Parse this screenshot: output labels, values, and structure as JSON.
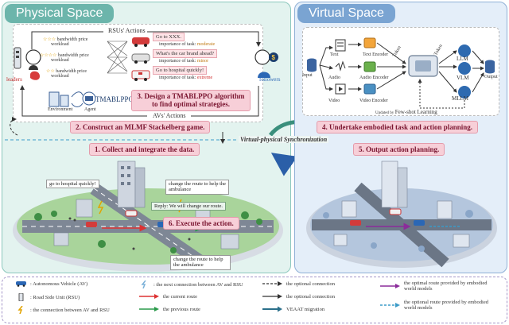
{
  "physical": {
    "title": "Physical Space",
    "rsu_actions": "RSUs' Actions",
    "av_actions": "AVs' Actions",
    "leaders": "leaders",
    "followers": "followers",
    "bandwidth_price": "bandwidth price",
    "workload": "workload",
    "rsu_rows": [
      {
        "stars": "☆☆☆"
      },
      {
        "stars": "☆☆☆☆"
      },
      {
        "stars": "☆☆"
      }
    ],
    "requests": [
      {
        "ask": "Go to XXX.",
        "importance": "importance of task:",
        "level": "moderate",
        "color": "#c07a12"
      },
      {
        "ask": "What's the car brand ahead?",
        "importance": "importance of task:",
        "level": "minor",
        "color": "#c07a12"
      },
      {
        "ask": "Go to hospital quickly!",
        "importance": "importance of task:",
        "level": "extreme",
        "color": "#d02b2b"
      }
    ],
    "env_label": "Environment",
    "agent_label": "Agent",
    "algo": "TMABLPPO",
    "scene_bubbles": {
      "go_hospital": "go to hospital quickly!",
      "change_top": "change the route to help the ambulance",
      "reply": "Reply: We will change our route.",
      "change_bottom": "change the route to help the ambulance"
    }
  },
  "virtual": {
    "title": "Virtual Space",
    "input": "Input",
    "output": "Output",
    "modalities": [
      "Text",
      "Audio",
      "Video"
    ],
    "encoders": [
      "Text Encoder",
      "Audio Encoder",
      "Video Encoder"
    ],
    "tokens": [
      "Token",
      "Token"
    ],
    "models": [
      "LLM",
      "VLM",
      "MLLM"
    ],
    "finetune_prefix": "Updated by",
    "finetune": "Few-shot Learning"
  },
  "steps": {
    "s1": "1. Collect and integrate the data.",
    "s2": "2. Construct an MLMF Stackelberg game.",
    "s3": "3. Design a TMABLPPO algorithm to find optimal strategies.",
    "s4": "4. Undertake embodied task and action planning.",
    "s5": "5. Output action planning.",
    "s6": "6. Execute the action."
  },
  "sync": "Virtual-physical Synchronization",
  "legend": [
    {
      "icon": "car-icon",
      "text": ": Autonomous Vehicle (AV)"
    },
    {
      "icon": "rsu-icon",
      "text": ": Road Side Unit (RSU)"
    },
    {
      "icon": "lightning-icon",
      "text": ": the connection between AV and RSU"
    },
    {
      "icon": "next-connection-icon",
      "text": ": the next connection between AV and RSU"
    },
    {
      "icon": "red-arrow",
      "text": "the current route"
    },
    {
      "icon": "green-arrow",
      "text": "the previous route"
    },
    {
      "icon": "dashed-black-arrow",
      "text": "the optional connection"
    },
    {
      "icon": "black-arrow",
      "text": "the optional connection"
    },
    {
      "icon": "teal-arrow",
      "text": "VEAAT migration"
    },
    {
      "icon": "purple-arrow",
      "text": "the optimal route provided by embodied world models"
    },
    {
      "icon": "blue-dashed-arrow",
      "text": "the optional route provided by embodied world models"
    }
  ],
  "colors": {
    "physical_bg": "#e3f3ef",
    "virtual_bg": "#e4eef9",
    "step_bg": "#f7cfd8",
    "step_text": "#7a1530"
  }
}
